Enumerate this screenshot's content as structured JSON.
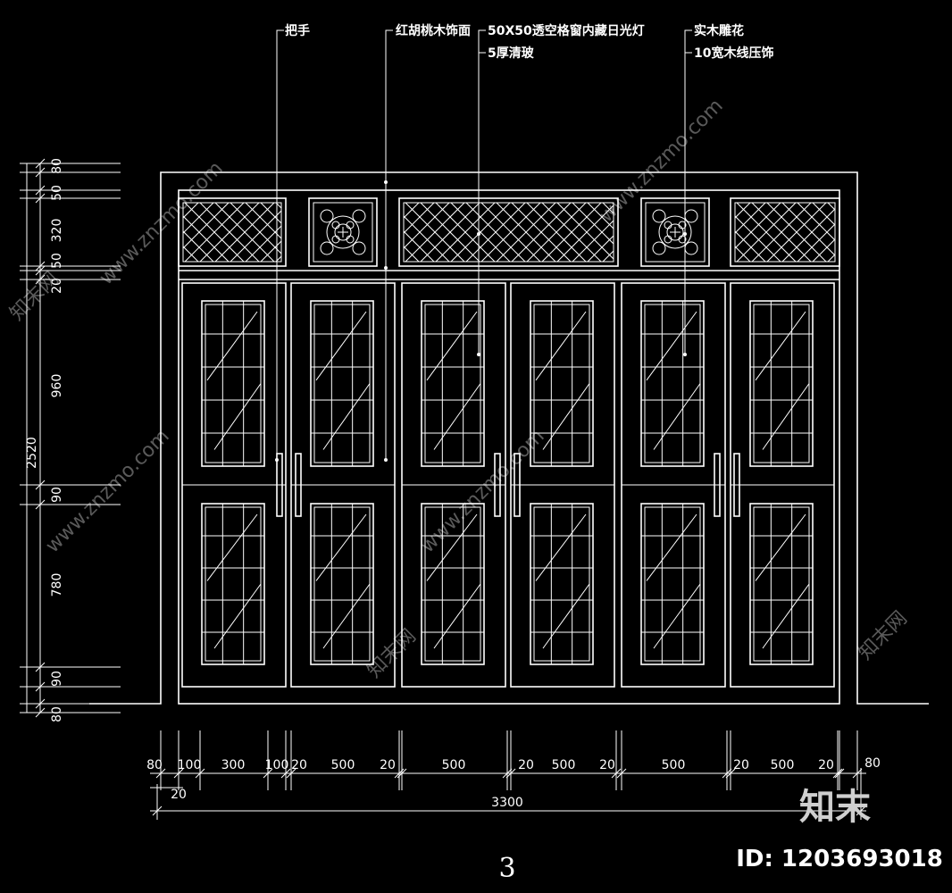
{
  "annotations": {
    "handle": "把手",
    "walnut_face": "红胡桃木饰面",
    "lattice_light": "50X50透空格窗内藏日光灯",
    "glass": "5厚清玻",
    "carving": "实木雕花",
    "molding": "10宽木线压饰"
  },
  "vertical_dims": {
    "total": "2520",
    "segments": [
      "80",
      "50",
      "320",
      "50",
      "20",
      "960",
      "90",
      "780",
      "90",
      "80"
    ]
  },
  "horizontal_dims": {
    "total": "3300",
    "top_row": [
      "80",
      "100",
      "300",
      "100",
      "20",
      "500",
      "20",
      "500",
      "20",
      "500",
      "20",
      "500",
      "20",
      "500",
      "20",
      "80"
    ],
    "below": "20"
  },
  "sheet_number": "3",
  "watermark": {
    "logo": "知末",
    "id": "ID: 1203693018",
    "site_text": "www.znzmo.com",
    "brand": "知末网"
  },
  "colors": {
    "line": "#ffffff",
    "background": "#000000",
    "watermark": "#5a5a5a"
  }
}
